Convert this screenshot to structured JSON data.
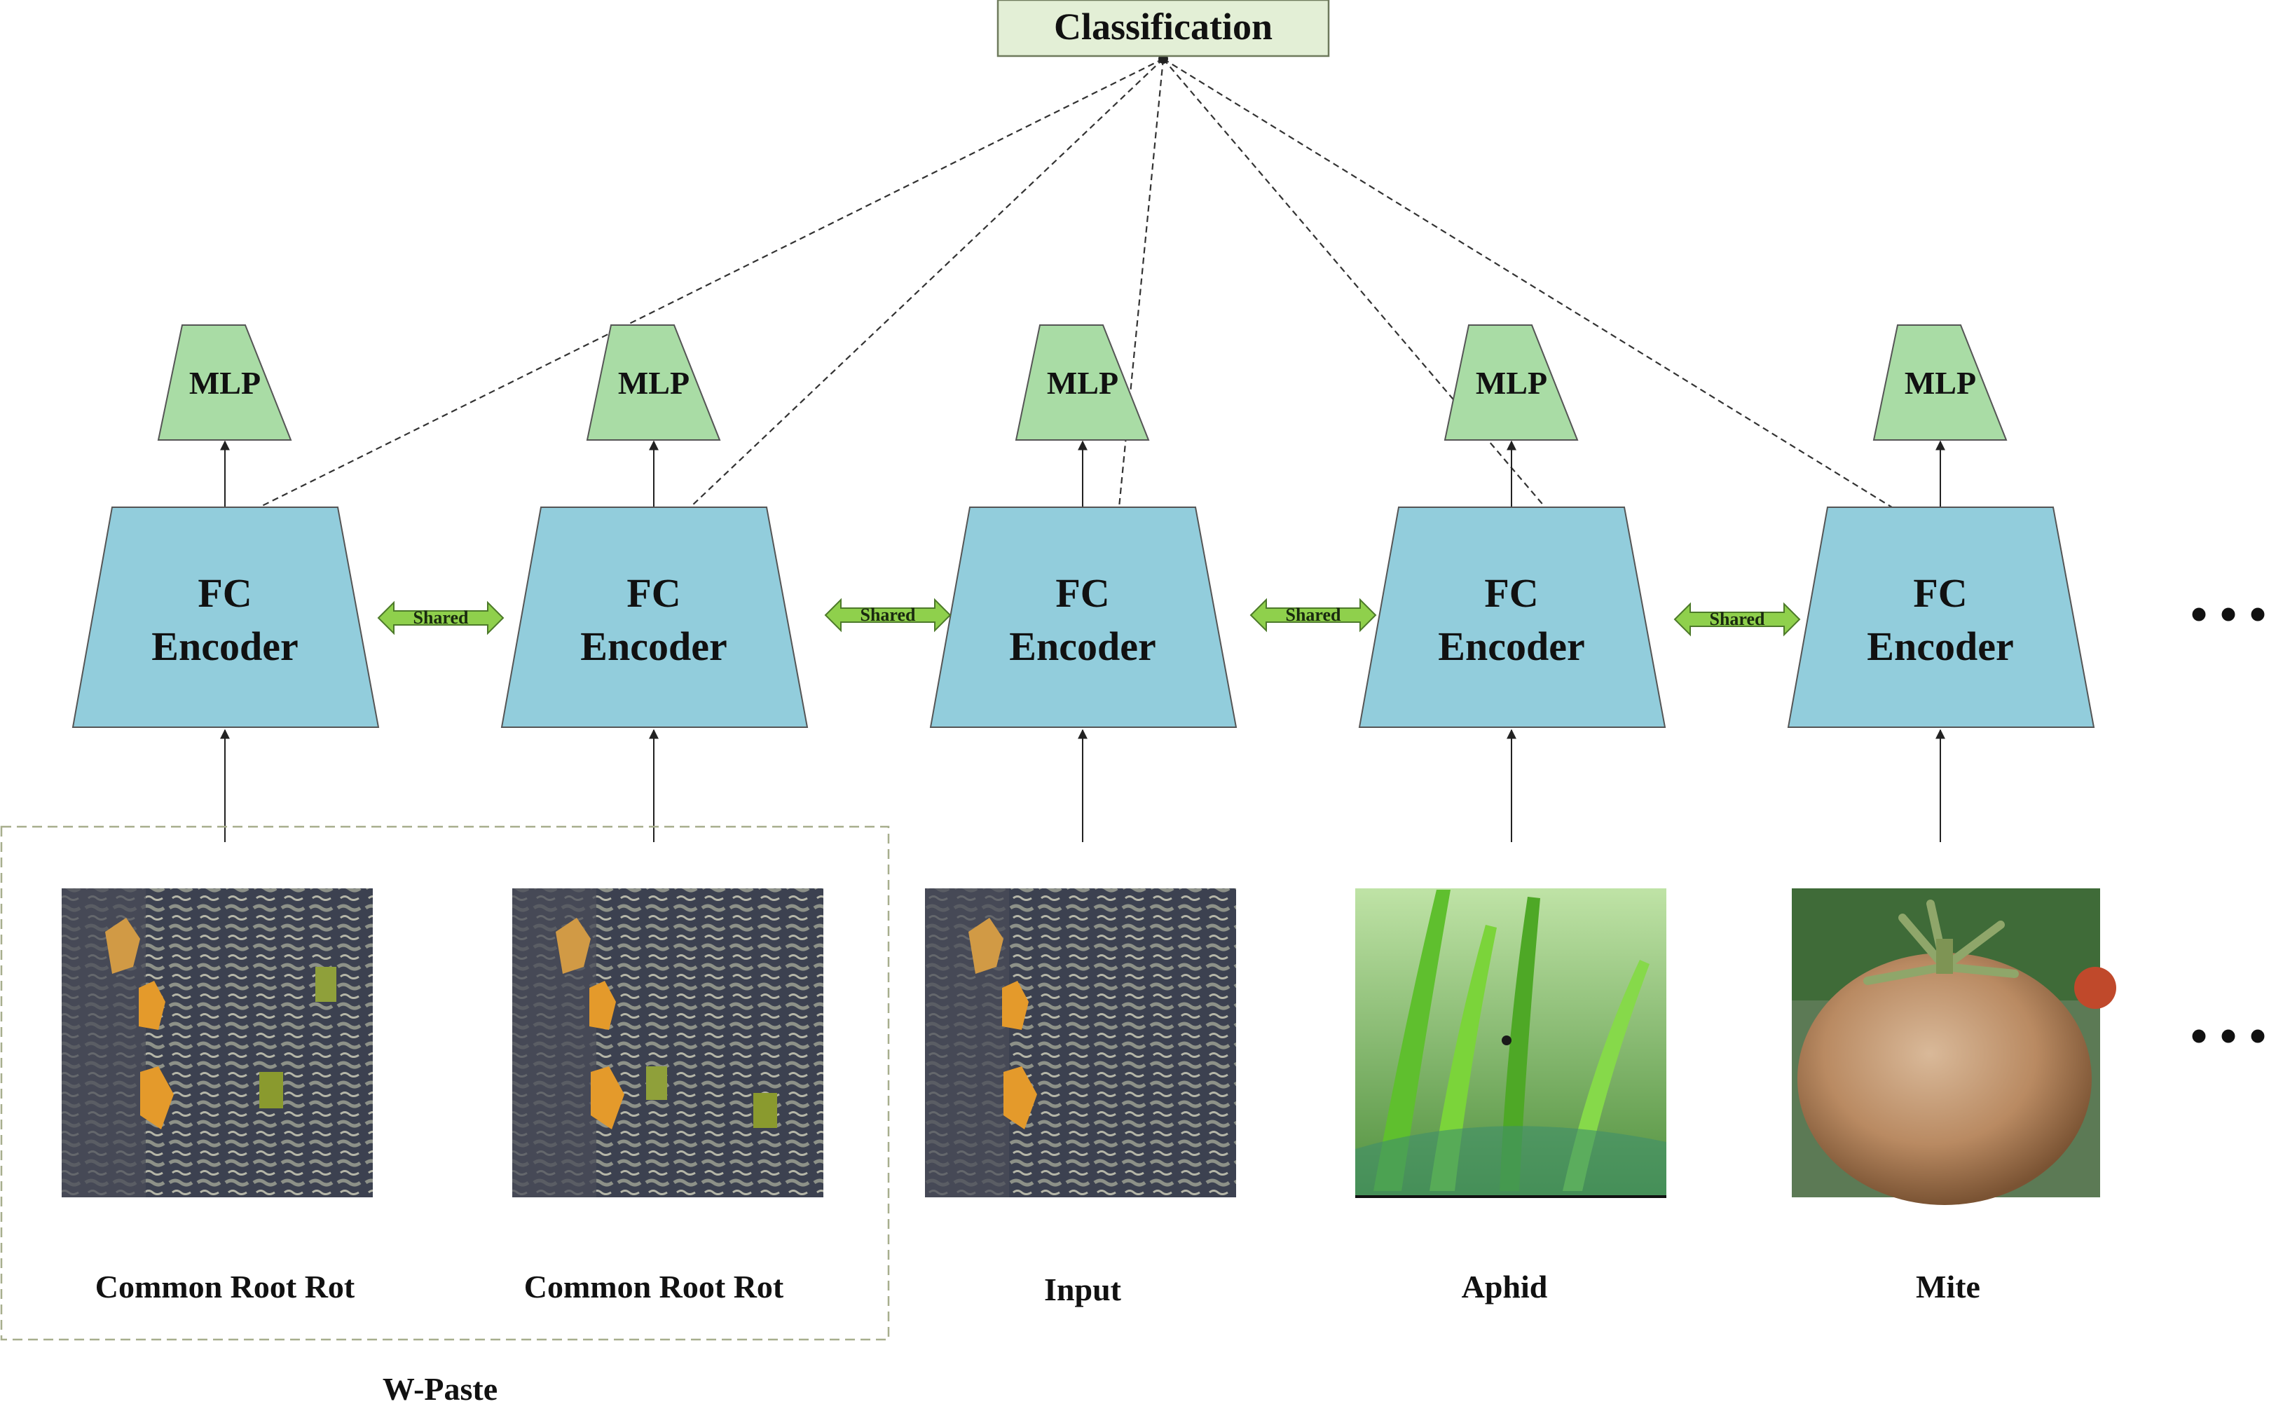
{
  "classification": {
    "label": "Classification"
  },
  "columns": [
    {
      "mlp": "MLP",
      "encoder_line1": "FC",
      "encoder_line2": "Encoder",
      "caption": "Common Root Rot",
      "image": "bark-with-pasted-patches"
    },
    {
      "mlp": "MLP",
      "encoder_line1": "FC",
      "encoder_line2": "Encoder",
      "caption": "Common Root Rot",
      "image": "bark-with-pasted-patches"
    },
    {
      "mlp": "MLP",
      "encoder_line1": "FC",
      "encoder_line2": "Encoder",
      "caption": "Input",
      "image": "bark-original"
    },
    {
      "mlp": "MLP",
      "encoder_line1": "FC",
      "encoder_line2": "Encoder",
      "caption": "Aphid",
      "image": "green-leaves"
    },
    {
      "mlp": "MLP",
      "encoder_line1": "FC",
      "encoder_line2": "Encoder",
      "caption": "Mite",
      "image": "tomato"
    }
  ],
  "shared_labels": [
    "Shared",
    "Shared",
    "Shared",
    "Shared"
  ],
  "group": {
    "label": "W-Paste"
  },
  "ellipsis": [
    "• • •",
    "• • •"
  ],
  "colors": {
    "encoder_fill": "#92cddc",
    "mlp_fill": "#a9dca5",
    "classification_fill": "#e3efd6",
    "shared_arrow_fill": "#8fd04c",
    "group_border": "#a7ae8d"
  }
}
